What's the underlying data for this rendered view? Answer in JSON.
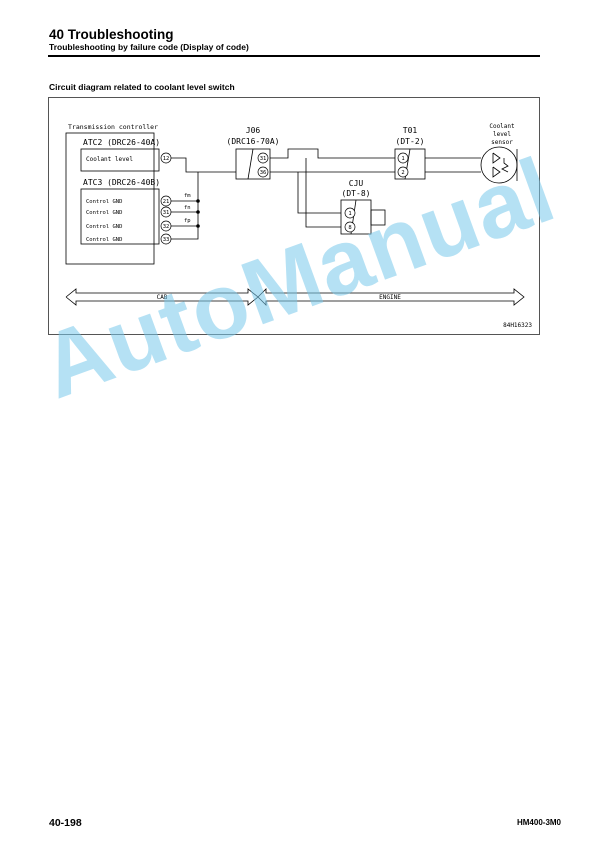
{
  "header": {
    "title": "40 Troubleshooting",
    "subtitle": "Troubleshooting by failure code (Display of code)"
  },
  "section": {
    "title": "Circuit diagram related to coolant level switch"
  },
  "diagram": {
    "controller_label": "Transmission controller",
    "atc2": {
      "name": "ATC2 (DRC26-40A)",
      "signal": "Coolant level",
      "pin": "12"
    },
    "atc3": {
      "name": "ATC3 (DRC26-40B)",
      "rows": [
        {
          "label": "Control GND",
          "pin": "21"
        },
        {
          "label": "Control GND",
          "pin": "31"
        },
        {
          "label": "Control GND",
          "pin": "32"
        },
        {
          "label": "Control GND",
          "pin": "33"
        }
      ],
      "wire_tags": [
        "fm",
        "fn",
        "fp"
      ]
    },
    "j06": {
      "name": "J06",
      "part": "(DRC16-70A)",
      "pins": [
        "31",
        "36"
      ]
    },
    "t01": {
      "name": "T01",
      "part": "(DT-2)",
      "pins": [
        "1",
        "2"
      ]
    },
    "cju": {
      "name": "CJU",
      "part": "(DT-8)",
      "pins": [
        "1",
        "8"
      ]
    },
    "sensor": {
      "line1": "Coolant",
      "line2": "level",
      "line3": "sensor"
    },
    "zones": {
      "left": "CAB",
      "right": "ENGINE"
    },
    "figure_code": "84H16323"
  },
  "watermark": "AutoManual",
  "footer": {
    "page": "40-198",
    "model": "HM400-3M0"
  }
}
